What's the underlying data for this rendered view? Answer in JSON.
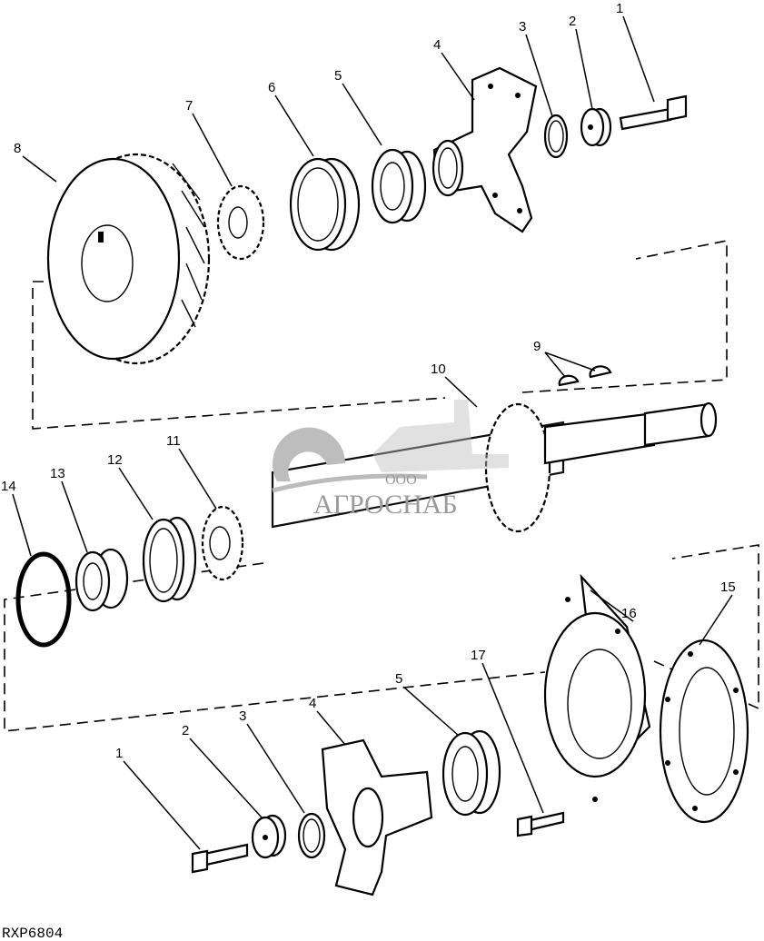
{
  "diagram": {
    "code": "RXP6804",
    "watermark": {
      "prefix": "ООО",
      "name": "АГРОСНАБ"
    },
    "callouts": [
      {
        "id": "1",
        "label": "1"
      },
      {
        "id": "2",
        "label": "2"
      },
      {
        "id": "3",
        "label": "3"
      },
      {
        "id": "4",
        "label": "4"
      },
      {
        "id": "5",
        "label": "5"
      },
      {
        "id": "6",
        "label": "6"
      },
      {
        "id": "7",
        "label": "7"
      },
      {
        "id": "8",
        "label": "8"
      },
      {
        "id": "9",
        "label": "9"
      },
      {
        "id": "10",
        "label": "10"
      },
      {
        "id": "11",
        "label": "11"
      },
      {
        "id": "12",
        "label": "12"
      },
      {
        "id": "13",
        "label": "13"
      },
      {
        "id": "14",
        "label": "14"
      },
      {
        "id": "15",
        "label": "15"
      },
      {
        "id": "16",
        "label": "16"
      },
      {
        "id": "17",
        "label": "17"
      },
      {
        "id": "5b",
        "label": "5"
      },
      {
        "id": "4b",
        "label": "4"
      },
      {
        "id": "3b",
        "label": "3"
      },
      {
        "id": "2b",
        "label": "2"
      },
      {
        "id": "1b",
        "label": "1"
      }
    ]
  }
}
